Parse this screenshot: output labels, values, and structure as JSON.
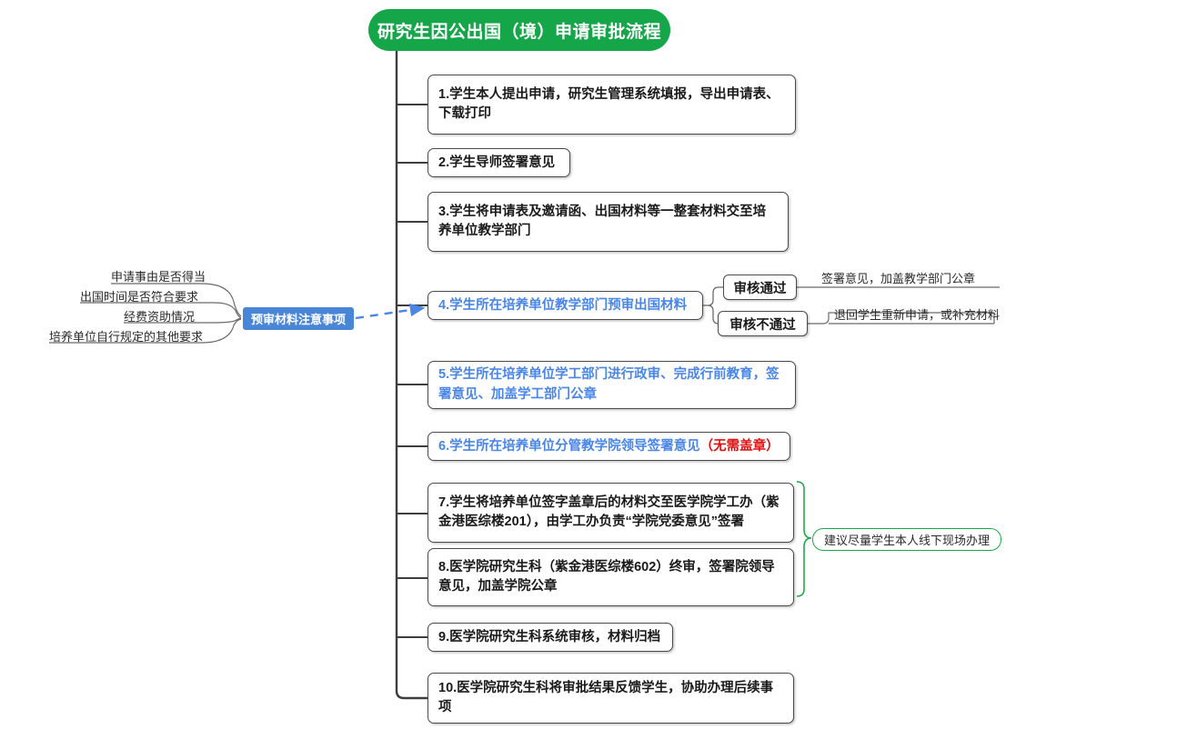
{
  "root": {
    "title": "研究生因公出国（境）申请审批流程",
    "color": "#16a64a"
  },
  "steps": [
    {
      "id": "step-1",
      "text": "1.学生本人提出申请，研究生管理系统填报，导出申请表、下载打印"
    },
    {
      "id": "step-2",
      "text": "2.学生导师签署意见"
    },
    {
      "id": "step-3",
      "text": "3.学生将申请表及邀请函、出国材料等一整套材料交至培养单位教学部门"
    },
    {
      "id": "step-4",
      "text": "4.学生所在培养单位教学部门预审出国材料"
    },
    {
      "id": "step-5",
      "text": "5.学生所在培养单位学工部门进行政审、完成行前教育，签署意见、加盖学工部门公章"
    },
    {
      "id": "step-6",
      "text": "6.学生所在培养单位分管教学院领导签署意见",
      "suffix": "（无需盖章）"
    },
    {
      "id": "step-7",
      "text": "7.学生将培养单位签字盖章后的材料交至医学院学工办（紫金港医综楼201），由学工办负责“学院党委意见”签署"
    },
    {
      "id": "step-8",
      "text": "8.医学院研究生科（紫金港医综楼602）终审，签署院领导意见，加盖学院公章"
    },
    {
      "id": "step-9",
      "text": "9.医学院研究生科系统审核，材料归档"
    },
    {
      "id": "step-10",
      "text": "10.医学院研究生科将审批结果反馈学生，协助办理后续事项"
    }
  ],
  "decisions": {
    "pass": {
      "label": "审核通过",
      "annotation": "签署意见，加盖教学部门公章"
    },
    "fail": {
      "label": "审核不通过",
      "annotation": "退回学生重新申请，或补充材料"
    }
  },
  "precheck": {
    "title": "预审材料注意事项",
    "color": "#4a86d8",
    "items": [
      "申请事由是否得当",
      "出国时间是否符合要求",
      "经费资助情况",
      "培养单位自行规定的其他要求"
    ]
  },
  "green_note": {
    "text": "建议尽量学生本人线下现场办理",
    "color": "#22a84c"
  },
  "colors": {
    "root_green": "#16a64a",
    "accent_blue": "#4a86e8",
    "callout_blue": "#4a86d8",
    "warning_red": "#e01010",
    "note_green": "#22a84c",
    "border_gray": "#4a4a4a"
  }
}
